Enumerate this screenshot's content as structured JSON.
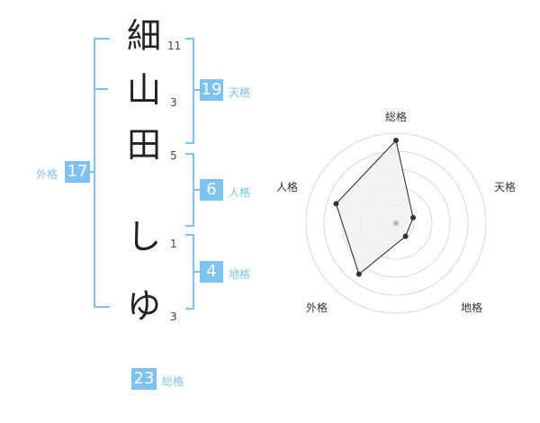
{
  "name_chars": [
    {
      "char": "細",
      "strokes": "11"
    },
    {
      "char": "山",
      "strokes": "3"
    },
    {
      "char": "田",
      "strokes": "5"
    },
    {
      "char": "し",
      "strokes": "1"
    },
    {
      "char": "ゆ",
      "strokes": "3"
    }
  ],
  "fortunes": {
    "tenkaku": {
      "value": "19",
      "label": "天格"
    },
    "jinkaku": {
      "value": "6",
      "label": "人格"
    },
    "chikaku": {
      "value": "4",
      "label": "地格"
    },
    "gaikaku": {
      "value": "17",
      "label": "外格"
    },
    "soukaku": {
      "value": "23",
      "label": "総格"
    }
  },
  "chart_data": {
    "type": "radar",
    "axes": [
      "総格",
      "天格",
      "地格",
      "外格",
      "人格"
    ],
    "values": [
      4.6,
      1.0,
      0.9,
      3.5,
      3.5
    ],
    "max": 5,
    "rings": 5,
    "colors": {
      "fill": "#f0f0f0",
      "line": "#222222",
      "ring": "#d8d8d8",
      "point": "#333333",
      "center": "#bbbbbb"
    }
  }
}
